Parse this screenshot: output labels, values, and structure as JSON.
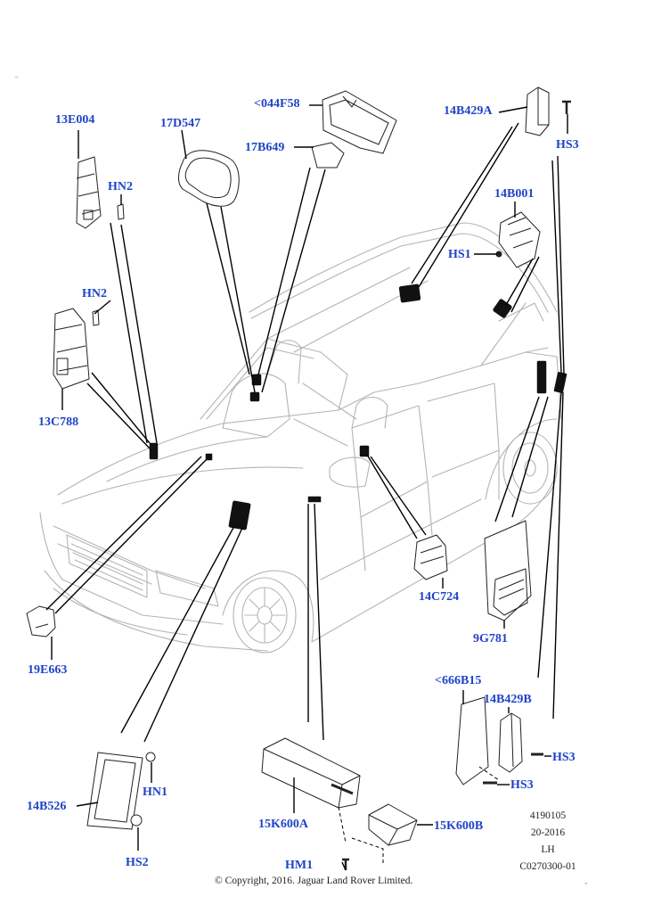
{
  "labels": {
    "l13E004": "13E004",
    "l17D547": "17D547",
    "l044F58": "<044F58",
    "l17B649": "17B649",
    "l14B429A": "14B429A",
    "lHS3_top": "HS3",
    "lHN2_a": "HN2",
    "lHN2_b": "HN2",
    "l14B001": "14B001",
    "lHS1": "HS1",
    "l13C788": "13C788",
    "l14C724": "14C724",
    "l9G781": "9G781",
    "l19E663": "19E663",
    "l666B15": "<666B15",
    "l14B429B": "14B429B",
    "lHS3_mid": "HS3",
    "lHS3_low": "HS3",
    "lHN1": "HN1",
    "l14B526": "14B526",
    "lHS2": "HS2",
    "l15K600A": "15K600A",
    "l15K600B": "15K600B",
    "lHM1": "HM1"
  },
  "meta": {
    "line1": "4190105",
    "line2": "20-2016",
    "line3": "LH",
    "line4": "C0270300-01"
  },
  "copyright": "© Copyright, 2016. Jaguar Land Rover Limited.",
  "colors": {
    "label": "#1f43c9",
    "line": "#000000",
    "outline": "#b4b4b4"
  }
}
